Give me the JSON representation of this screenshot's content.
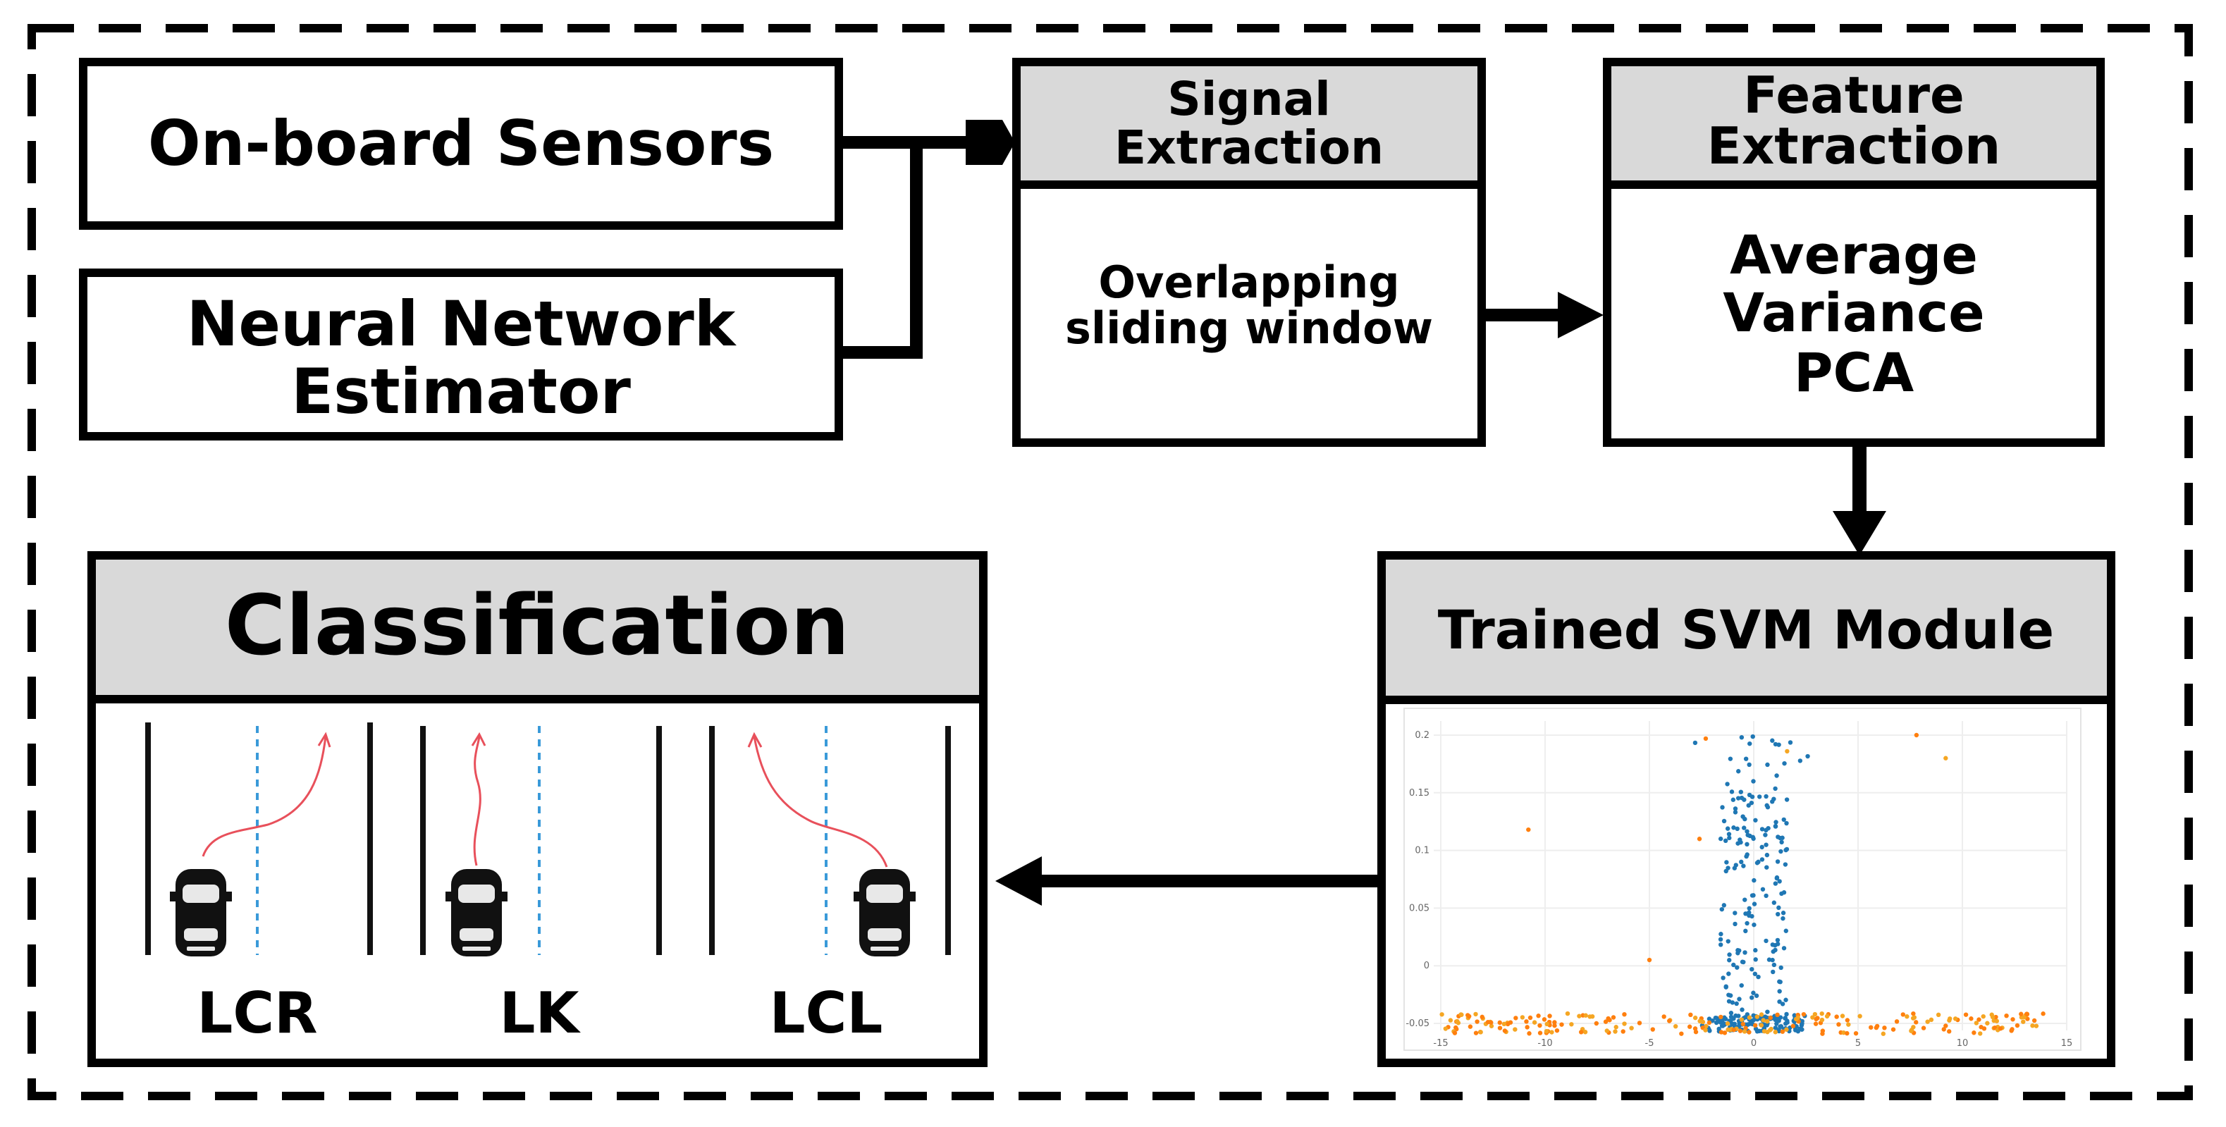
{
  "inputs": {
    "sensors": "On-board Sensors",
    "estimator_line1": "Neural Network",
    "estimator_line2": "Estimator"
  },
  "signal_extraction": {
    "header_line1": "Signal",
    "header_line2": "Extraction",
    "body_line1": "Overlapping",
    "body_line2": "sliding window"
  },
  "feature_extraction": {
    "header_line1": "Feature",
    "header_line2": "Extraction",
    "items": [
      "Average",
      "Variance",
      "PCA"
    ]
  },
  "svm": {
    "title": "Trained SVM Module",
    "y_ticks": [
      "0.2",
      "0.15",
      "0.1",
      "0.05",
      "0",
      "-0.05"
    ],
    "x_ticks": [
      "-15",
      "-10",
      "-5",
      "0",
      "5",
      "10",
      "15"
    ]
  },
  "classification": {
    "title": "Classification",
    "title_color": "#ff0000",
    "labels": [
      "LCR",
      "LK",
      "LCL"
    ]
  },
  "colors": {
    "header_fill": "#d9d9d9",
    "scatter_blue": "#1f77b4",
    "scatter_orange": "#ff7f0e",
    "scatter_yellow": "#f5a623",
    "lane_dash": "#3a9ad9",
    "trajectory": "#e8505b"
  }
}
